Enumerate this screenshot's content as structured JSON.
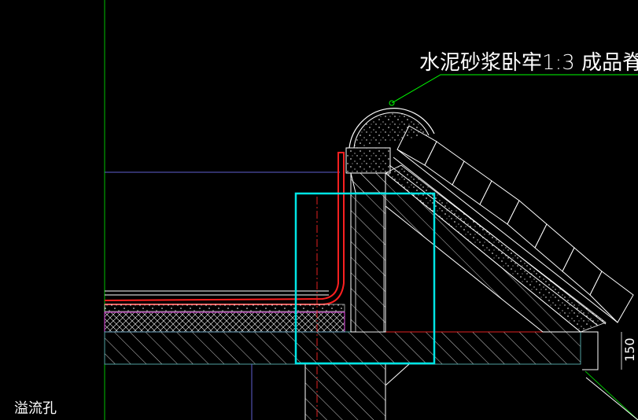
{
  "drawing": {
    "background": "#000000",
    "annotation_text": "水泥砂浆卧牢1:3  成品脊",
    "side_label": "溢流孔",
    "dimension_text": "150"
  },
  "colors": {
    "annotation": "#ffffff",
    "leader": "#00ff00",
    "selection_box": "#00e5e5",
    "waterproof_layer": "#ff2020",
    "insulation_outline": "#c040c0",
    "slab_outline": "#4fa0a0",
    "hatch": "#ffffff",
    "red_axis": "#e02020",
    "blue_line": "#6060d0",
    "green_axis": "#00c000"
  }
}
